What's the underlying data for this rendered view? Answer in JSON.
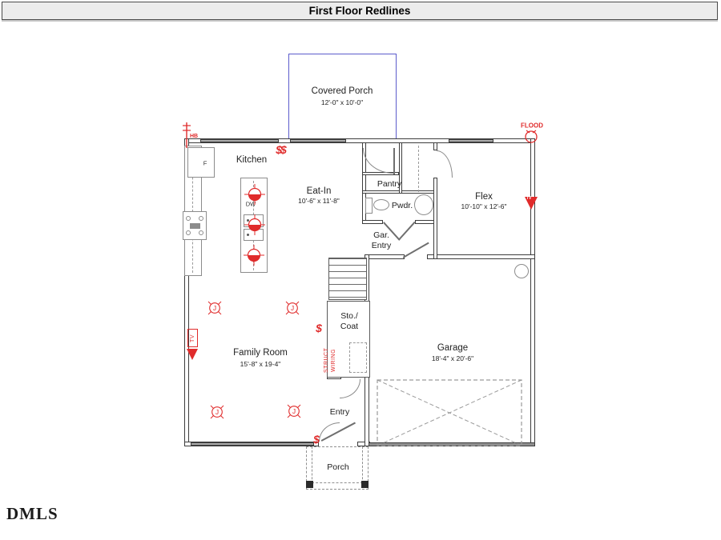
{
  "title_bar": {
    "title": "First Floor Redlines"
  },
  "watermark": "DMLS",
  "colors": {
    "redline": "#e02b2b",
    "covered_porch_outline": "#5c5ccc",
    "wall": "#3d3d3d",
    "title_bg": "#ececec"
  },
  "rooms": {
    "covered_porch": {
      "name": "Covered Porch",
      "dims": "12'-0\" x 10'-0\""
    },
    "kitchen": {
      "name": "Kitchen"
    },
    "eat_in": {
      "name": "Eat-In",
      "dims": "10'-6\" x 11'-8\""
    },
    "pantry": {
      "name": "Pantry"
    },
    "powder": {
      "name": "Pwdr."
    },
    "flex": {
      "name": "Flex",
      "dims": "10'-10\" x 12'-6\""
    },
    "gar_entry": {
      "line1": "Gar.",
      "line2": "Entry"
    },
    "sto_coat": {
      "line1": "Sto./",
      "line2": "Coat"
    },
    "family_room": {
      "name": "Family Room",
      "dims": "15'-8\" x 19-4\""
    },
    "garage": {
      "name": "Garage",
      "dims": "18'-4\" x 20'-6\""
    },
    "entry": {
      "name": "Entry"
    },
    "porch": {
      "name": "Porch"
    }
  },
  "fixtures": {
    "fridge_label": "F",
    "dishwasher_label": "DW"
  },
  "redlines": {
    "hose_bib": "HB",
    "flood": "FLOOD",
    "tv": "TV",
    "switch": "$",
    "double_switch": "$$",
    "junction": "J",
    "struct_wiring_line1": "STRUCT",
    "struct_wiring_line2": "WIRING"
  }
}
